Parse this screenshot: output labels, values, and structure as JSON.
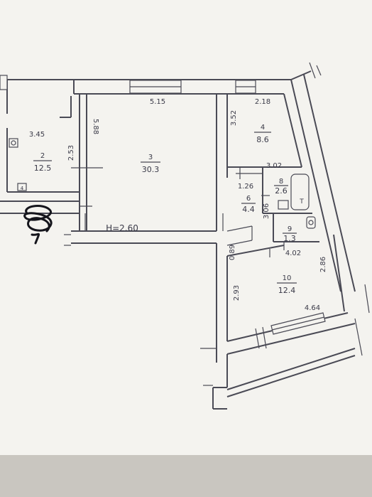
{
  "rooms": {
    "r2": {
      "number": "2",
      "area": "12.5"
    },
    "r3": {
      "number": "3",
      "area": "30.3"
    },
    "r4": {
      "number": "4",
      "area": "8.6"
    },
    "r6": {
      "number": "6",
      "area": "4.4"
    },
    "r8": {
      "number": "8",
      "area": "2.6"
    },
    "r9": {
      "number": "9",
      "area": "1.3"
    },
    "r10": {
      "number": "10",
      "area": "12.4"
    }
  },
  "dimensions": {
    "d_345": "3.45",
    "d_588": "5.88",
    "d_253": "2.53",
    "d_515": "5.15",
    "d_218": "2.18",
    "d_352": "3.52",
    "d_302": "3.02",
    "d_126": "1.26",
    "d_306": "3.06",
    "d_089": "0.89",
    "d_402": "4.02",
    "d_286": "2.86",
    "d_293": "2.93",
    "d_464": "4.64"
  },
  "ceiling_height": "H=2.60",
  "fixtures": {
    "bath_mark": "T",
    "kitchen_mark": "4"
  },
  "colors": {
    "paper": "#f4f3ef",
    "ink": "#4a4a55",
    "background": "#e9e7e2",
    "scribble": "#15151c"
  }
}
